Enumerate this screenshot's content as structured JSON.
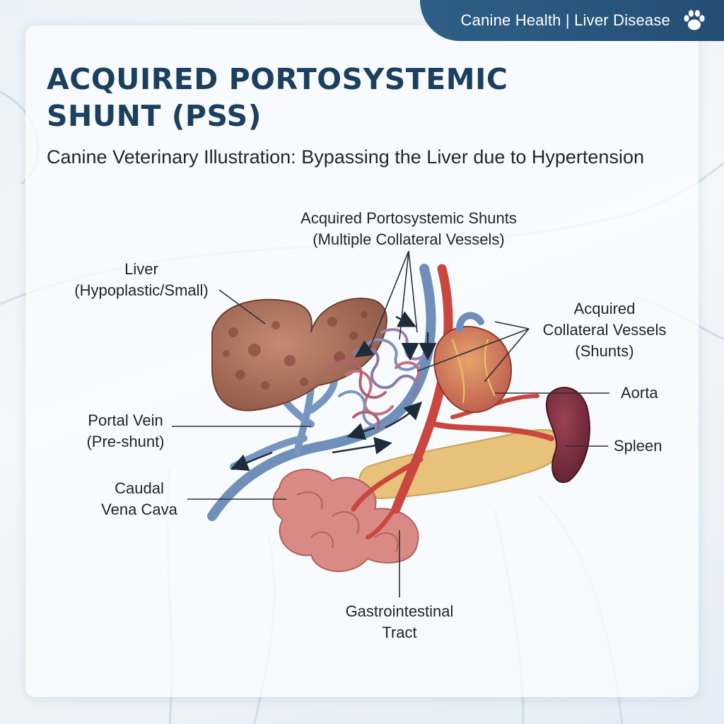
{
  "header": {
    "tag": "Canine Health | Liver Disease",
    "paw_icon": "paw-icon"
  },
  "title": {
    "line1": "ACQUIRED PORTOSYSTEMIC",
    "line2": "SHUNT (PSS)"
  },
  "subtitle": "Canine Veterinary Illustration: Bypassing the Liver due to Hypertension",
  "labels": {
    "shunts_line1": "Acquired Portosystemic Shunts",
    "shunts_line2": "(Multiple Collateral Vessels)",
    "liver_line1": "Liver",
    "liver_line2": "(Hypoplastic/Small)",
    "collateral_line1": "Acquired",
    "collateral_line2": "Collateral Vessels",
    "collateral_line3": "(Shunts)",
    "aorta": "Aorta",
    "portal_line1": "Portal Vein",
    "portal_line2": "(Pre-shunt)",
    "spleen": "Spleen",
    "cava_line1": "Caudal",
    "cava_line2": "Vena Cava",
    "gi_line1": "Gastrointestinal",
    "gi_line2": "Tract"
  },
  "colors": {
    "title": "#1d3f5f",
    "tab": "#2f5f86",
    "vein": "#6f8fb8",
    "artery": "#c9473e",
    "liver": "#a9705a",
    "spleen": "#7a2f3c",
    "pancreas": "#e8c27a",
    "intestine": "#d98a84"
  }
}
